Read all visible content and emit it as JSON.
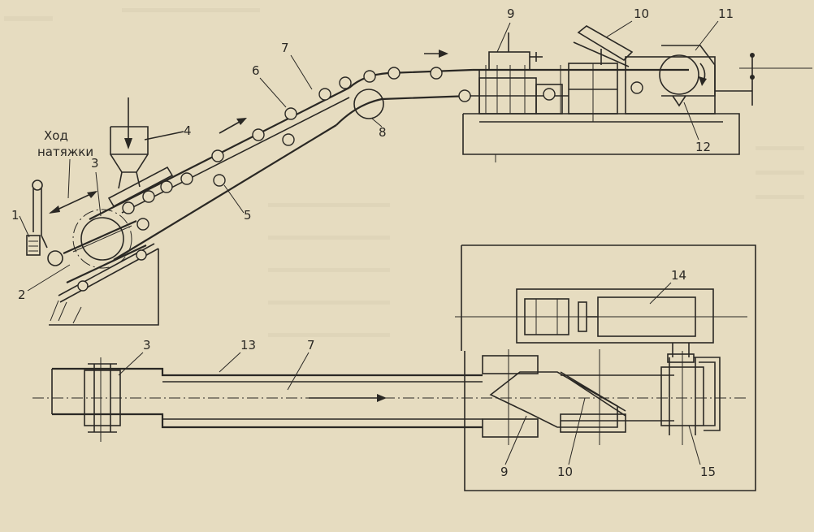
{
  "labels": {
    "tension_stroke_line1": "Ход",
    "tension_stroke_line2": "натяжки",
    "n1": "1",
    "n2": "2",
    "n3_top": "3",
    "n4": "4",
    "n5": "5",
    "n6": "6",
    "n7_top": "7",
    "n8": "8",
    "n9_top": "9",
    "n10_top": "10",
    "n11": "11",
    "n12": "12",
    "n3_bottom": "3",
    "n13": "13",
    "n7_bottom": "7",
    "n14": "14",
    "n9_bottom": "9",
    "n10_bottom": "10",
    "n15": "15"
  },
  "colors": {
    "paper": "#e6dcc0",
    "ink": "#2a2824"
  }
}
